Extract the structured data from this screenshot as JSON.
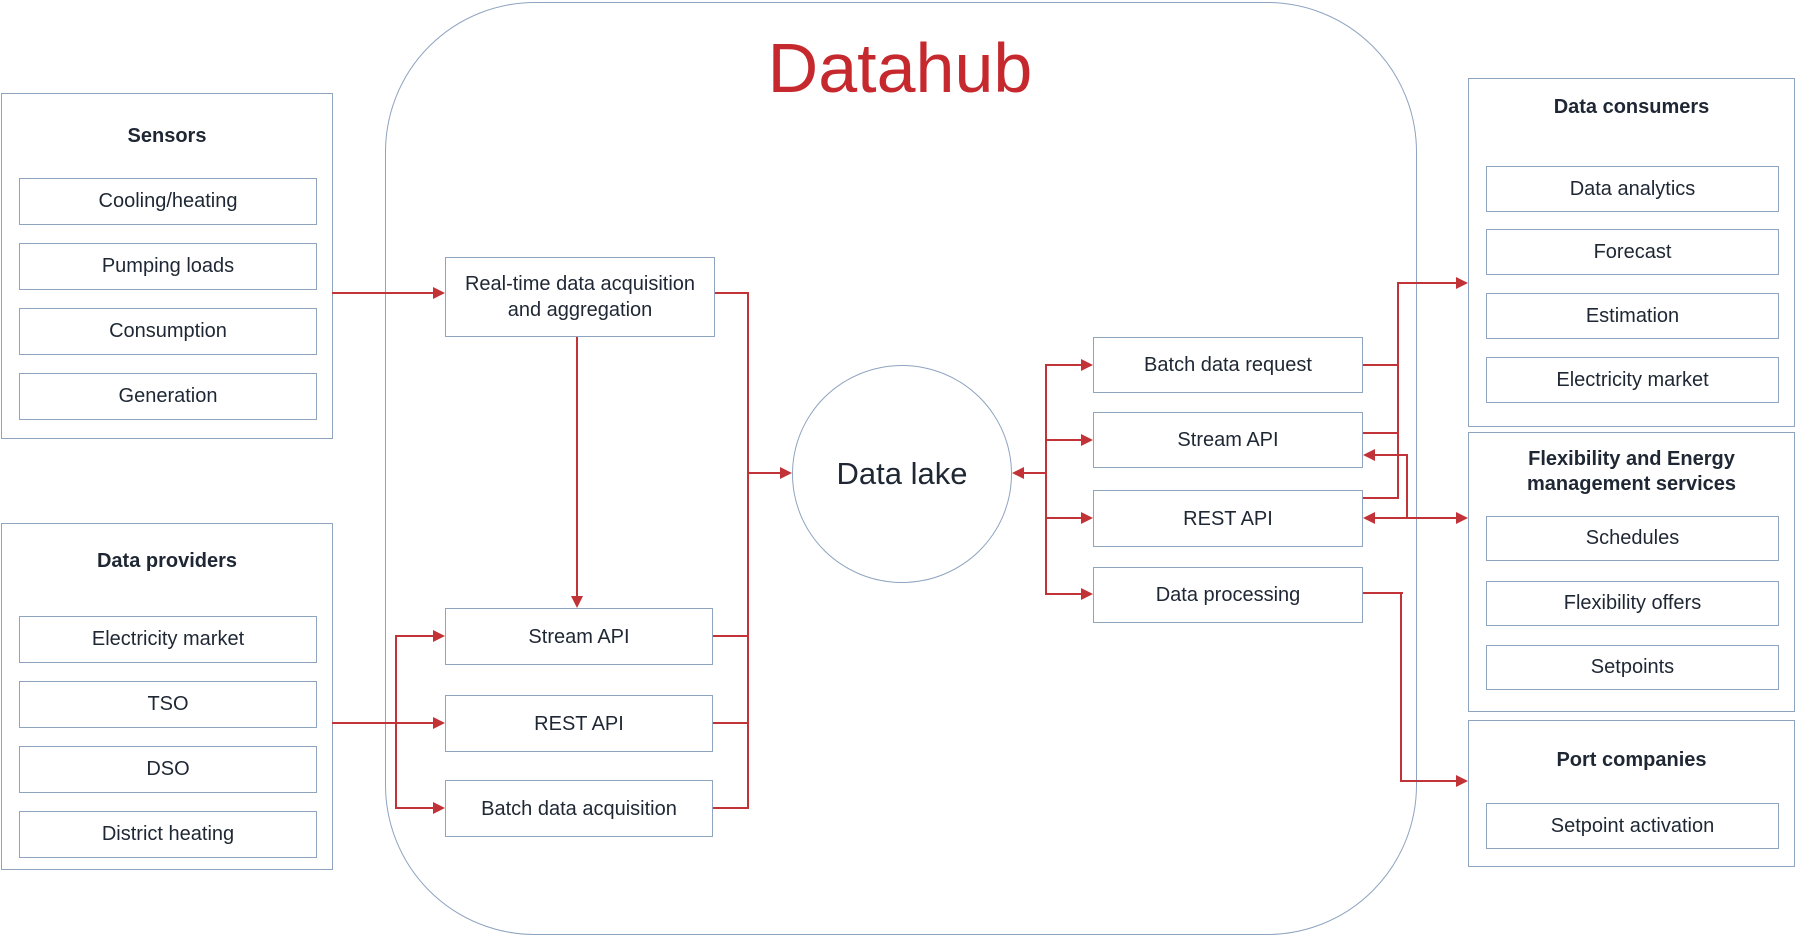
{
  "theme": {
    "title_red": "#c5292d",
    "line_red": "#c23338",
    "border_blue": "#8ea4bf",
    "ink": "#1e2733"
  },
  "hub": {
    "title": "Datahub",
    "lake_label": "Data lake",
    "left_boxes": {
      "realtime": "Real-time data acquisition and aggregation",
      "stream": "Stream API",
      "rest": "REST API",
      "batch": "Batch data acquisition"
    },
    "right_boxes": {
      "batch_request": "Batch data request",
      "stream": "Stream API",
      "rest": "REST API",
      "processing": "Data processing"
    }
  },
  "groups": {
    "sensors": {
      "title": "Sensors",
      "items": [
        "Cooling/heating",
        "Pumping loads",
        "Consumption",
        "Generation"
      ]
    },
    "providers": {
      "title": "Data providers",
      "items": [
        "Electricity market",
        "TSO",
        "DSO",
        "District heating"
      ]
    },
    "consumers": {
      "title": "Data consumers",
      "items": [
        "Data analytics",
        "Forecast",
        "Estimation",
        "Electricity market"
      ]
    },
    "flexibility": {
      "title": "Flexibility and Energy management services",
      "items": [
        "Schedules",
        "Flexibility offers",
        "Setpoints"
      ]
    },
    "port": {
      "title": "Port companies",
      "items": [
        "Setpoint activation"
      ]
    }
  }
}
